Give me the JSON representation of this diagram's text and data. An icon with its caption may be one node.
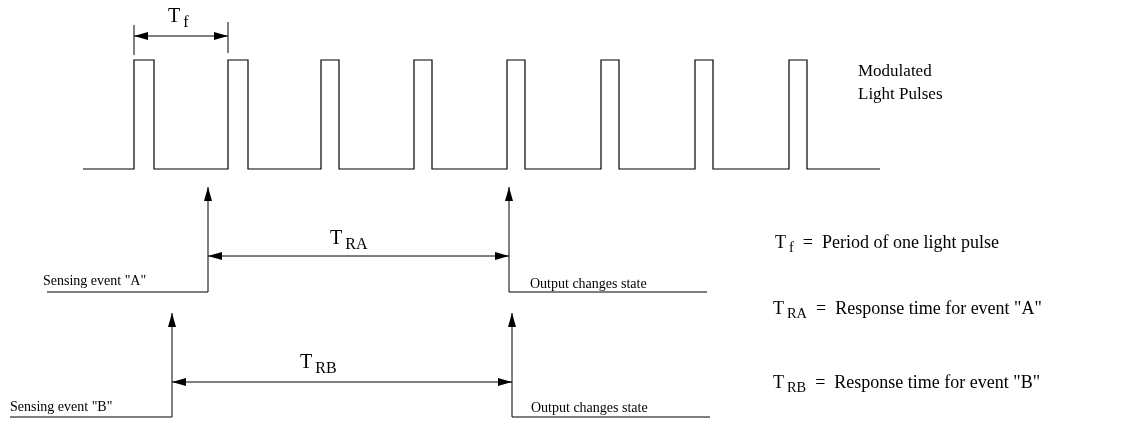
{
  "diagram": {
    "labels": [
      "T$_{f}$",
      "Modulated Light Pulses",
      "T$_{RA}$",
      "T$_{f}$ = Period of one light pulse",
      "Sensing event \"A\"",
      "Output changes state",
      "T$_{RA}$ = Response time for event \"A\"",
      "T$_{RB}$",
      "Sensing event \"B\"",
      "Output changes state",
      "T$_{RB}$ = Response time for event \"B\""
    ]
  }
}
